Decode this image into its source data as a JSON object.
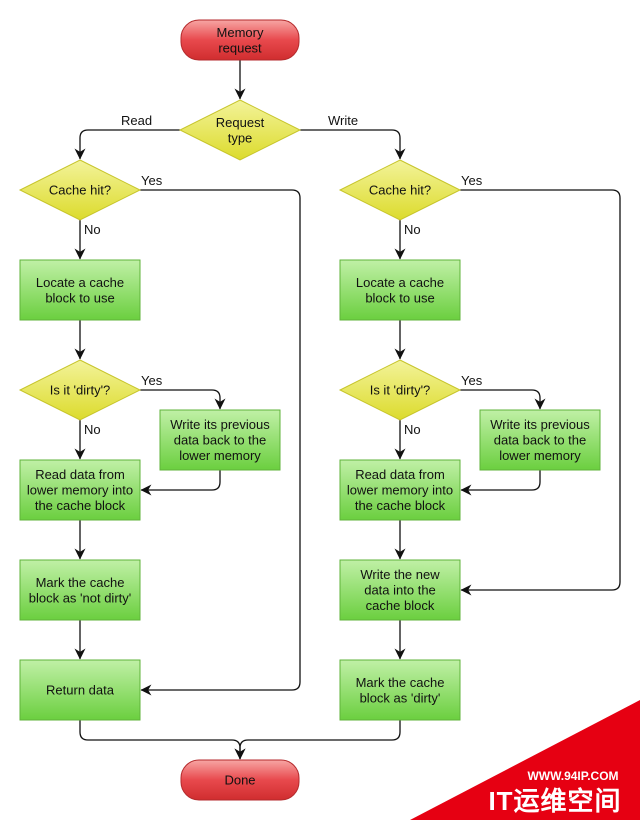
{
  "nodes": {
    "memory_request": [
      "Memory",
      "request"
    ],
    "request_type": [
      "Request",
      "type"
    ],
    "read_cache_hit": [
      "Cache hit?"
    ],
    "read_locate": [
      "Locate a cache",
      "block to use"
    ],
    "read_dirty": [
      "Is it 'dirty'?"
    ],
    "read_writeback": [
      "Write its previous",
      "data back to the",
      "lower memory"
    ],
    "read_readdata": [
      "Read data from",
      "lower memory into",
      "the cache block"
    ],
    "read_mark": [
      "Mark the cache",
      "block as 'not dirty'"
    ],
    "read_return": [
      "Return data"
    ],
    "write_cache_hit": [
      "Cache hit?"
    ],
    "write_locate": [
      "Locate a cache",
      "block to use"
    ],
    "write_dirty": [
      "Is it 'dirty'?"
    ],
    "write_writeback": [
      "Write its previous",
      "data back to the",
      "lower memory"
    ],
    "write_readdata": [
      "Read data from",
      "lower memory into",
      "the cache block"
    ],
    "write_newdata": [
      "Write the new",
      "data into the",
      "cache block"
    ],
    "write_mark": [
      "Mark the cache",
      "block as 'dirty'"
    ],
    "done": [
      "Done"
    ]
  },
  "edge_labels": {
    "read": "Read",
    "write": "Write",
    "yes": "Yes",
    "no": "No"
  },
  "watermark": {
    "url": "WWW.94IP.COM",
    "name": "IT运维空间"
  },
  "colors": {
    "terminal": "#e8494d",
    "decision": "#e9e84a",
    "process": "#7fd955"
  }
}
